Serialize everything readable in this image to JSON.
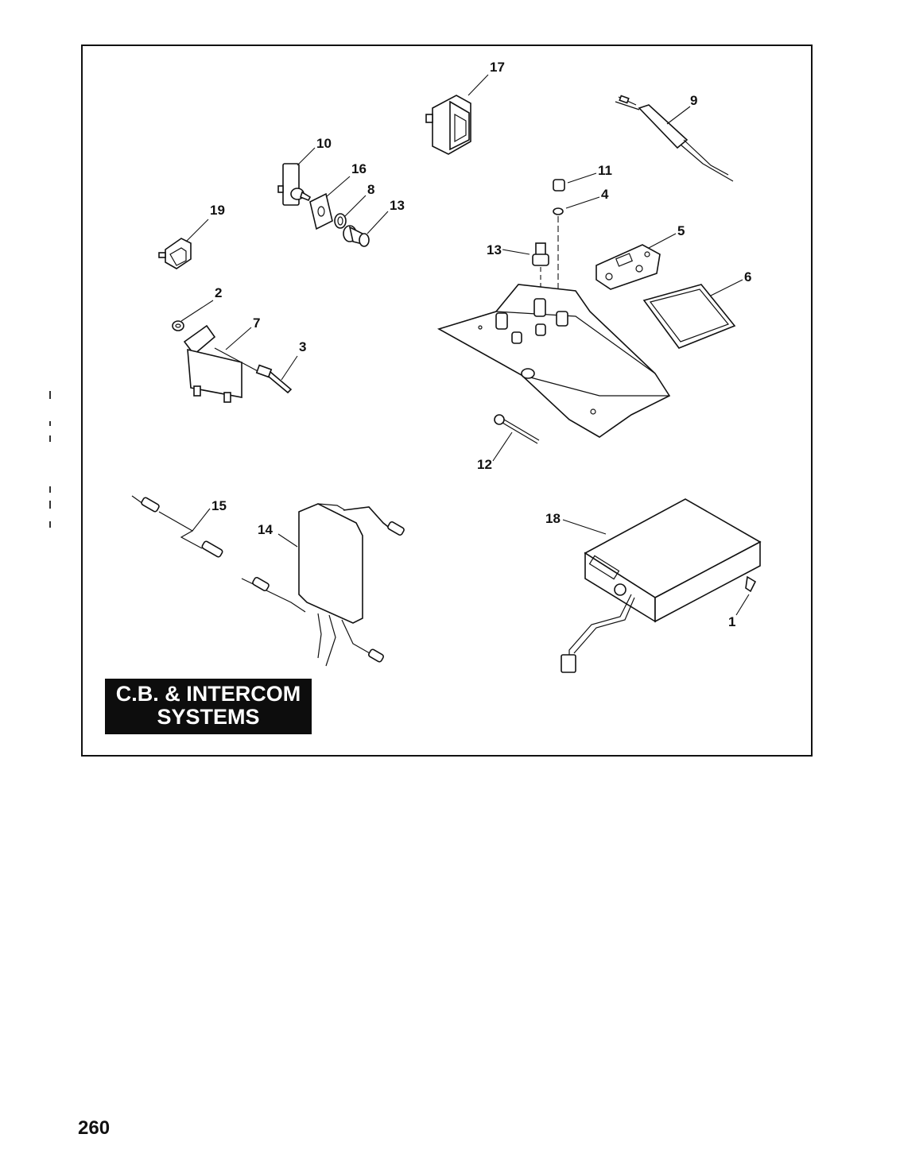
{
  "figure": {
    "title_line1": "C.B. & INTERCOM",
    "title_line2": "SYSTEMS",
    "callouts": {
      "c1": "1",
      "c2": "2",
      "c3": "3",
      "c4": "4",
      "c5": "5",
      "c6": "6",
      "c7": "7",
      "c8": "8",
      "c9": "9",
      "c10": "10",
      "c11": "11",
      "c12": "12",
      "c13a": "13",
      "c13b": "13",
      "c14": "14",
      "c15": "15",
      "c16": "16",
      "c17": "17",
      "c18": "18",
      "c19": "19"
    }
  },
  "page_number": "260"
}
